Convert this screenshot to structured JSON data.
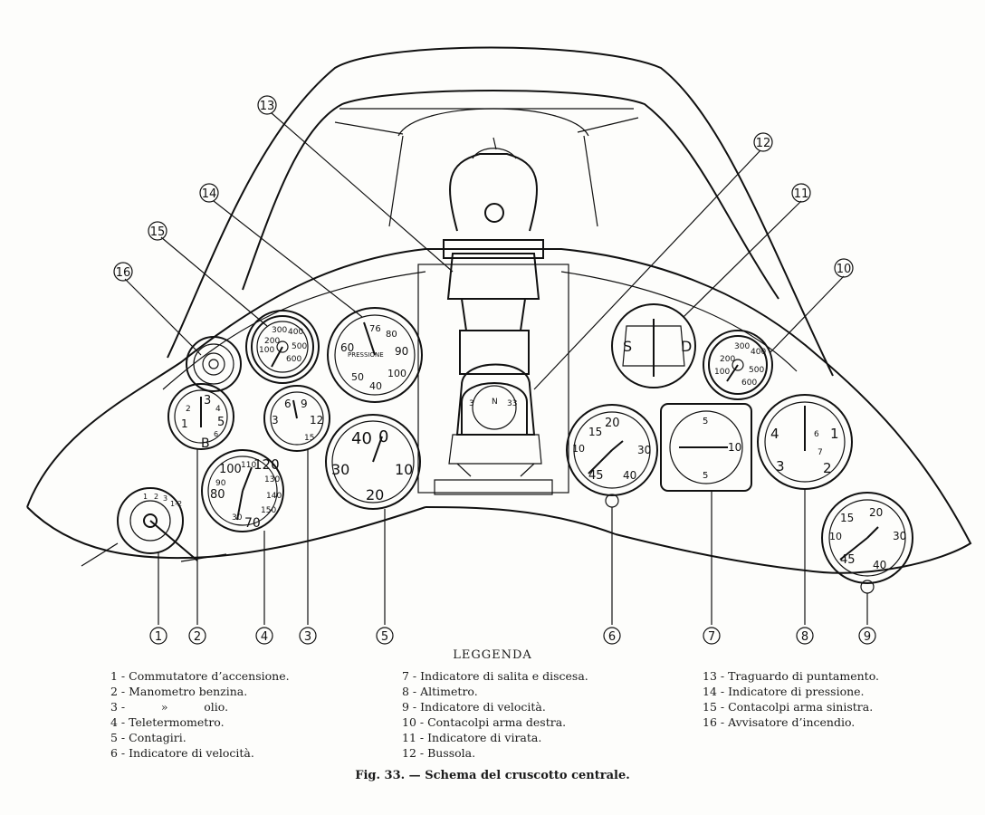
{
  "gauges": {
    "g1": {
      "ticks": [
        "1",
        "2",
        "3",
        "1-2"
      ]
    },
    "g2": {
      "ticks": [
        "3",
        "4",
        "2",
        "1",
        "5",
        "6",
        "B"
      ]
    },
    "g3": {
      "ticks": [
        "6",
        "9",
        "3",
        "12",
        "15"
      ]
    },
    "g4": {
      "ticks": [
        "100",
        "110",
        "120",
        "130",
        "90",
        "80",
        "140",
        "150",
        "30",
        "70"
      ]
    },
    "g5": {
      "ticks": [
        "40",
        "0",
        "30",
        "10",
        "20"
      ]
    },
    "g6": {
      "ticks": [
        "20",
        "15",
        "10",
        "30",
        "40",
        "45"
      ]
    },
    "g7": {
      "ticks": [
        "5",
        "10",
        "5"
      ]
    },
    "g8": {
      "ticks": [
        "4",
        "1",
        "3",
        "2",
        "6",
        "7"
      ]
    },
    "g9": {
      "ticks": [
        "15",
        "20",
        "10",
        "30",
        "45",
        "40"
      ]
    },
    "g10": {
      "ticks": [
        "300",
        "200",
        "400",
        "100",
        "500",
        "600"
      ]
    },
    "g11": {
      "ticks": [
        "S",
        "D"
      ]
    },
    "g12": {
      "ticks": [
        "3",
        "N",
        "33"
      ]
    },
    "g14": {
      "ticks": [
        "76",
        "80",
        "60",
        "90",
        "50",
        "100",
        "40"
      ],
      "label": "PRESSIONE"
    },
    "g15": {
      "ticks": [
        "300",
        "400",
        "200",
        "500",
        "100",
        "600"
      ]
    },
    "g16": {
      "ticks": []
    }
  },
  "callouts": [
    "1",
    "2",
    "3",
    "4",
    "5",
    "6",
    "7",
    "8",
    "9",
    "10",
    "11",
    "12",
    "13",
    "14",
    "15",
    "16"
  ],
  "legend": {
    "title": "LEGGENDA",
    "col1": [
      "1 - Commutatore d’accensione.",
      "2 - Manometro benzina.",
      "3 -          »          olio.",
      "4 - Teletermometro.",
      "5 - Contagiri.",
      "6 - Indicatore di velocità."
    ],
    "col2": [
      "7 - Indicatore di salita e discesa.",
      "8 - Altimetro.",
      "9 - Indicatore di velocità.",
      "10 - Contacolpi arma destra.",
      "11 - Indicatore di virata.",
      "12 - Bussola."
    ],
    "col3": [
      "13 - Traguardo di puntamento.",
      "14 - Indicatore di pressione.",
      "15 - Contacolpi arma sinistra.",
      "16 - Avvisatore d’incendio."
    ]
  },
  "caption": "Fig. 33. — Schema del cruscotto centrale."
}
